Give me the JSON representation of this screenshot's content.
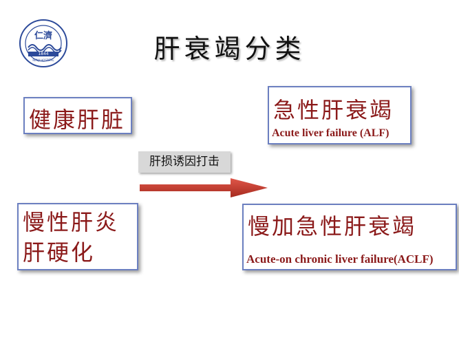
{
  "title": "肝衰竭分类",
  "logo": {
    "top_text": "仁濟",
    "year": "1844",
    "ring_text": "RENJI HOSPITAL"
  },
  "boxes": {
    "healthy": {
      "label": "健康肝脏"
    },
    "alf": {
      "label_cn": "急性肝衰竭",
      "label_en": "Acute liver failure (ALF)"
    },
    "chronic": {
      "line1": "慢性肝炎",
      "line2": "肝硬化"
    },
    "aclf": {
      "label_cn": "慢加急性肝衰竭",
      "label_en": "Acute-on chronic liver  failure(ACLF)"
    }
  },
  "trigger": {
    "label": "肝损诱因打击"
  },
  "colors": {
    "text_red": "#8b1a1a",
    "box_border": "#6b7fc0",
    "arrow_red": "#c0392b",
    "logo_blue": "#2c4a9a"
  }
}
